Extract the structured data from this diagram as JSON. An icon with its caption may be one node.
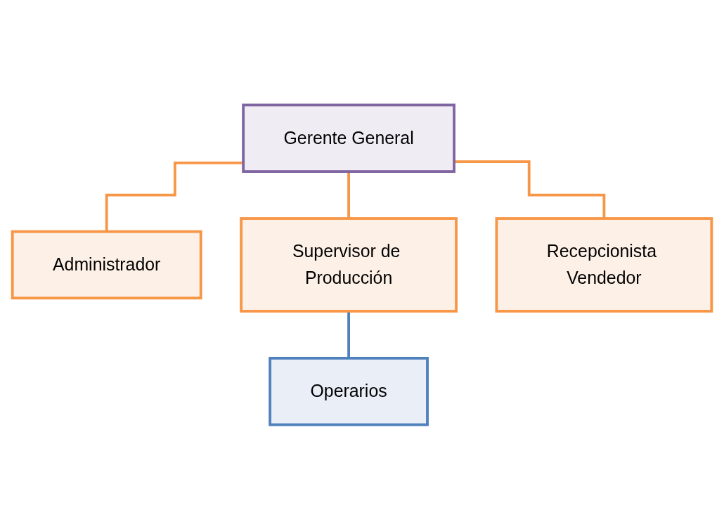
{
  "diagram": {
    "nodes": [
      {
        "text": [
          "Gerente General"
        ]
      },
      {
        "text": [
          "Administrador"
        ]
      },
      {
        "text": [
          "Supervisor de Producción"
        ]
      },
      {
        "text": [
          "Recepcionista Vendedor"
        ]
      },
      {
        "text": [
          "Operarios"
        ]
      }
    ],
    "edges": [
      {
        "from": 0,
        "to": 1,
        "arrow": "none"
      },
      {
        "from": 0,
        "to": 2,
        "arrow": "none"
      },
      {
        "from": 0,
        "to": 3,
        "arrow": "none"
      },
      {
        "from": 2,
        "to": 4,
        "arrow": "none",
        "color": "#4f81bd"
      }
    ]
  }
}
